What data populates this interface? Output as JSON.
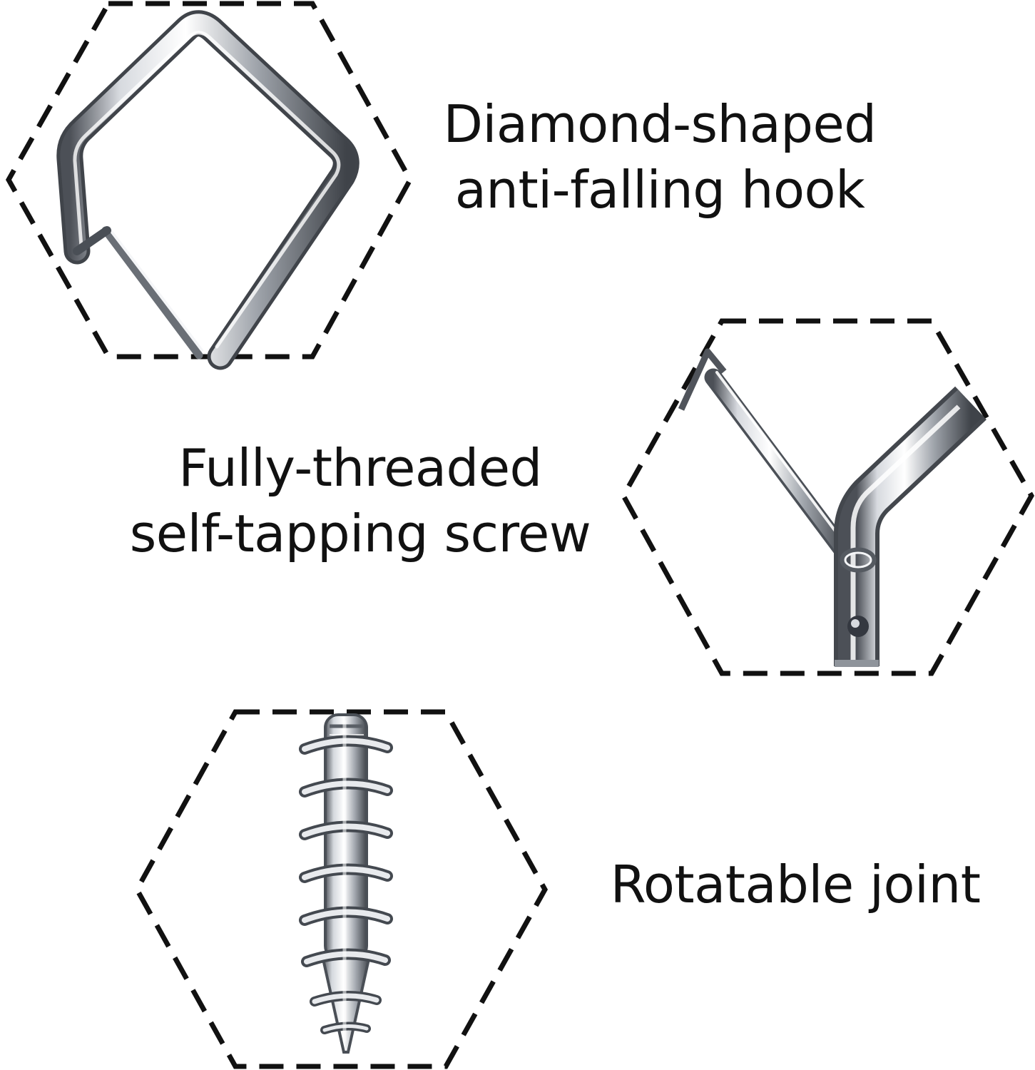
{
  "features": [
    {
      "line1": "Diamond-shaped",
      "line2": "anti-falling hook",
      "icon": "diamond-hook-icon"
    },
    {
      "line1": "Fully-threaded",
      "line2": "self-tapping screw",
      "icon": "rotatable-joint-icon"
    },
    {
      "line1": "Rotatable joint",
      "line2": "",
      "icon": "threaded-screw-icon"
    }
  ],
  "colors": {
    "text": "#111111",
    "dash": "#111111",
    "metal_light": "#f3f4f6",
    "metal_mid": "#b8bcc2",
    "metal_dark": "#5d6168"
  }
}
